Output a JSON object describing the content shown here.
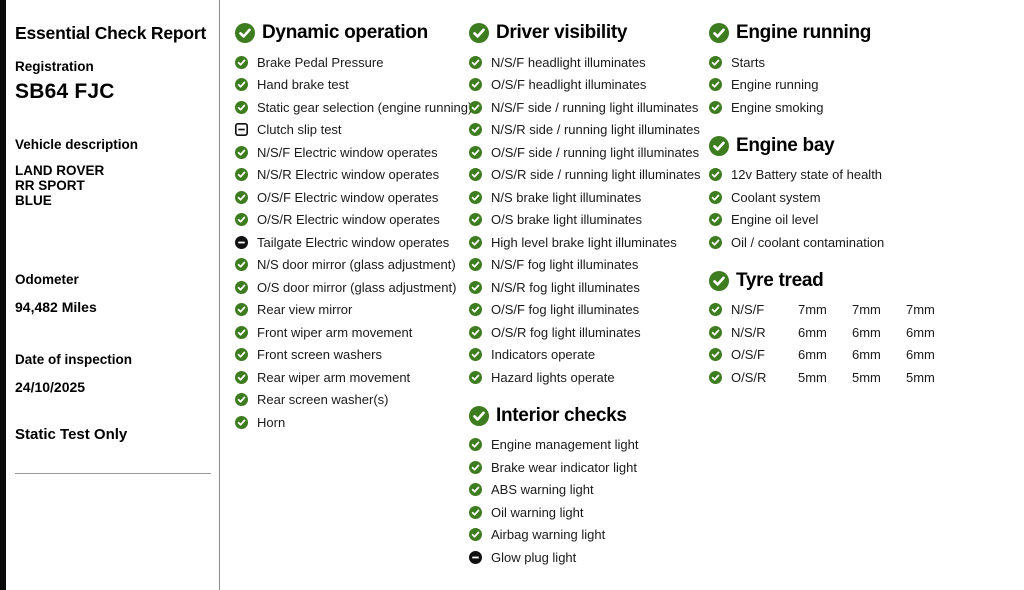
{
  "report": {
    "title": "Essential Check Report",
    "registration": {
      "label": "Registration",
      "value": "SB64 FJC"
    },
    "vehicle": {
      "label": "Vehicle description",
      "lines": [
        "LAND ROVER",
        "RR SPORT",
        "BLUE"
      ]
    },
    "odometer": {
      "label": "Odometer",
      "value": "94,482 Miles"
    },
    "inspection": {
      "label": "Date of inspection",
      "value": "24/10/2025"
    },
    "test_type": "Static Test Only"
  },
  "colors": {
    "check_green": "#3d7c1f",
    "icon_black": "#111111",
    "divider_gray": "#8c8c8c",
    "text_dark": "#1a1a1a"
  },
  "sections": [
    {
      "title": "Dynamic operation",
      "status": "pass",
      "items": [
        {
          "label": "Brake Pedal Pressure",
          "status": "pass"
        },
        {
          "label": "Hand brake test",
          "status": "pass"
        },
        {
          "label": "Static gear selection (engine running)",
          "status": "pass"
        },
        {
          "label": "Clutch slip test",
          "status": "na-square"
        },
        {
          "label": "N/S/F Electric window operates",
          "status": "pass"
        },
        {
          "label": "N/S/R Electric window operates",
          "status": "pass"
        },
        {
          "label": "O/S/F Electric window operates",
          "status": "pass"
        },
        {
          "label": "O/S/R Electric window operates",
          "status": "pass"
        },
        {
          "label": "Tailgate Electric window operates",
          "status": "na-circle"
        },
        {
          "label": "N/S door mirror (glass adjustment)",
          "status": "pass"
        },
        {
          "label": "O/S door mirror (glass adjustment)",
          "status": "pass"
        },
        {
          "label": "Rear view mirror",
          "status": "pass"
        },
        {
          "label": "Front wiper arm movement",
          "status": "pass"
        },
        {
          "label": "Front screen washers",
          "status": "pass"
        },
        {
          "label": "Rear wiper arm movement",
          "status": "pass"
        },
        {
          "label": "Rear screen washer(s)",
          "status": "pass"
        },
        {
          "label": "Horn",
          "status": "pass"
        }
      ]
    },
    {
      "title": "Driver visibility",
      "status": "pass",
      "items": [
        {
          "label": "N/S/F headlight illuminates",
          "status": "pass"
        },
        {
          "label": "O/S/F headlight illuminates",
          "status": "pass"
        },
        {
          "label": "N/S/F side / running light illuminates",
          "status": "pass"
        },
        {
          "label": "N/S/R side / running light illuminates",
          "status": "pass"
        },
        {
          "label": "O/S/F side / running light illuminates",
          "status": "pass"
        },
        {
          "label": "O/S/R side / running light illuminates",
          "status": "pass"
        },
        {
          "label": "N/S brake light illuminates",
          "status": "pass"
        },
        {
          "label": "O/S brake light illuminates",
          "status": "pass"
        },
        {
          "label": "High level brake light illuminates",
          "status": "pass"
        },
        {
          "label": "N/S/F fog light illuminates",
          "status": "pass"
        },
        {
          "label": "N/S/R fog light illuminates",
          "status": "pass"
        },
        {
          "label": "O/S/F fog light illuminates",
          "status": "pass"
        },
        {
          "label": "O/S/R fog light illuminates",
          "status": "pass"
        },
        {
          "label": "Indicators operate",
          "status": "pass"
        },
        {
          "label": "Hazard lights operate",
          "status": "pass"
        }
      ]
    },
    {
      "title": "Interior checks",
      "status": "pass",
      "items": [
        {
          "label": "Engine management light",
          "status": "pass"
        },
        {
          "label": "Brake wear indicator light",
          "status": "pass"
        },
        {
          "label": "ABS warning light",
          "status": "pass"
        },
        {
          "label": "Oil warning light",
          "status": "pass"
        },
        {
          "label": "Airbag warning light",
          "status": "pass"
        },
        {
          "label": "Glow plug light",
          "status": "na-circle"
        }
      ]
    },
    {
      "title": "Engine running",
      "status": "pass",
      "items": [
        {
          "label": "Starts",
          "status": "pass"
        },
        {
          "label": "Engine running",
          "status": "pass"
        },
        {
          "label": "Engine smoking",
          "status": "pass"
        }
      ]
    },
    {
      "title": "Engine bay",
      "status": "pass",
      "items": [
        {
          "label": "12v Battery state of health",
          "status": "pass"
        },
        {
          "label": "Coolant system",
          "status": "pass"
        },
        {
          "label": "Engine oil level",
          "status": "pass"
        },
        {
          "label": "Oil / coolant contamination",
          "status": "pass"
        }
      ]
    }
  ],
  "tyre_tread": {
    "title": "Tyre tread",
    "status": "pass",
    "rows": [
      {
        "label": "N/S/F",
        "status": "pass",
        "values": [
          "7mm",
          "7mm",
          "7mm"
        ]
      },
      {
        "label": "N/S/R",
        "status": "pass",
        "values": [
          "6mm",
          "6mm",
          "6mm"
        ]
      },
      {
        "label": "O/S/F",
        "status": "pass",
        "values": [
          "6mm",
          "6mm",
          "6mm"
        ]
      },
      {
        "label": "O/S/R",
        "status": "pass",
        "values": [
          "5mm",
          "5mm",
          "5mm"
        ]
      }
    ]
  }
}
